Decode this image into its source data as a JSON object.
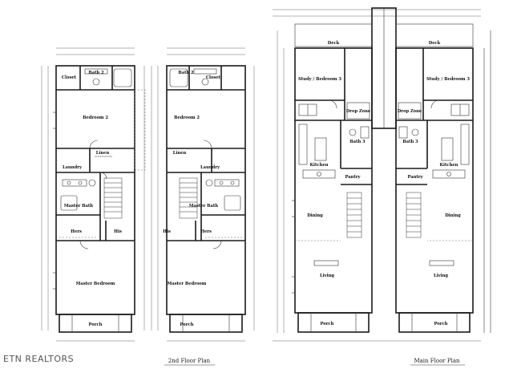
{
  "brand": {
    "watermark": "ETN REALTORS"
  },
  "plans": {
    "second_floor": {
      "caption": "2nd Floor Plan",
      "rooms": {
        "closet": "Closet",
        "bath2": "Bath 2",
        "bedroom2": "Bedroom 2",
        "linen": "Linen",
        "laundry": "Laundry",
        "master_bath": "Master Bath",
        "hers": "Hers",
        "his": "His",
        "master_bedroom": "Master Bedroom",
        "porch": "Porch"
      }
    },
    "main_floor": {
      "caption": "Main Floor Plan",
      "rooms": {
        "deck": "Deck",
        "study": "Study / Bedroom 3",
        "drop_zone": "Drop Zone",
        "bath3": "Bath 3",
        "kitchen": "Kitchen",
        "pantry": "Pantry",
        "dining": "Dining",
        "living": "Living",
        "porch": "Porch"
      }
    }
  }
}
